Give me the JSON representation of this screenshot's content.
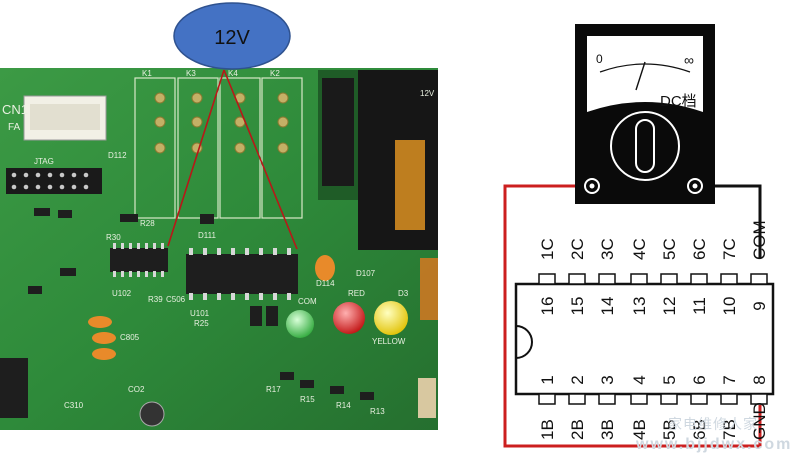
{
  "voltage_label": "12V",
  "meter": {
    "scale_left": "0",
    "scale_right": "∞",
    "mode_label": "DC档"
  },
  "chip": {
    "top_labels": [
      "1C",
      "2C",
      "3C",
      "4C",
      "5C",
      "6C",
      "7C",
      "COM"
    ],
    "bottom_labels": [
      "1B",
      "2B",
      "3B",
      "4B",
      "5B",
      "6B",
      "7B",
      "GND"
    ],
    "top_pins": [
      "16",
      "15",
      "14",
      "13",
      "12",
      "11",
      "10",
      "9"
    ],
    "bottom_pins": [
      "1",
      "2",
      "3",
      "4",
      "5",
      "6",
      "7",
      "8"
    ]
  },
  "pcb": {
    "silk_labels": [
      "CN1",
      "FA",
      "JTAG",
      "D112",
      "R28",
      "R30",
      "U102",
      "U101",
      "C506",
      "D107",
      "D114",
      "D111",
      "D3",
      "COM",
      "RED",
      "YELLOW",
      "R39",
      "R25",
      "C805",
      "C310",
      "CO2",
      "R17",
      "R15",
      "R14",
      "R13",
      "K1",
      "K2",
      "K3",
      "K4",
      "12V"
    ]
  },
  "watermark": {
    "brand": "家电维修人家",
    "url": "www.bjjdwx.com"
  },
  "colors": {
    "pcb_green": "#2e8a3a",
    "wire_red": "#cc1f1f",
    "ellipse_fill": "#4472c4",
    "meter_body": "#0a0a0a"
  }
}
